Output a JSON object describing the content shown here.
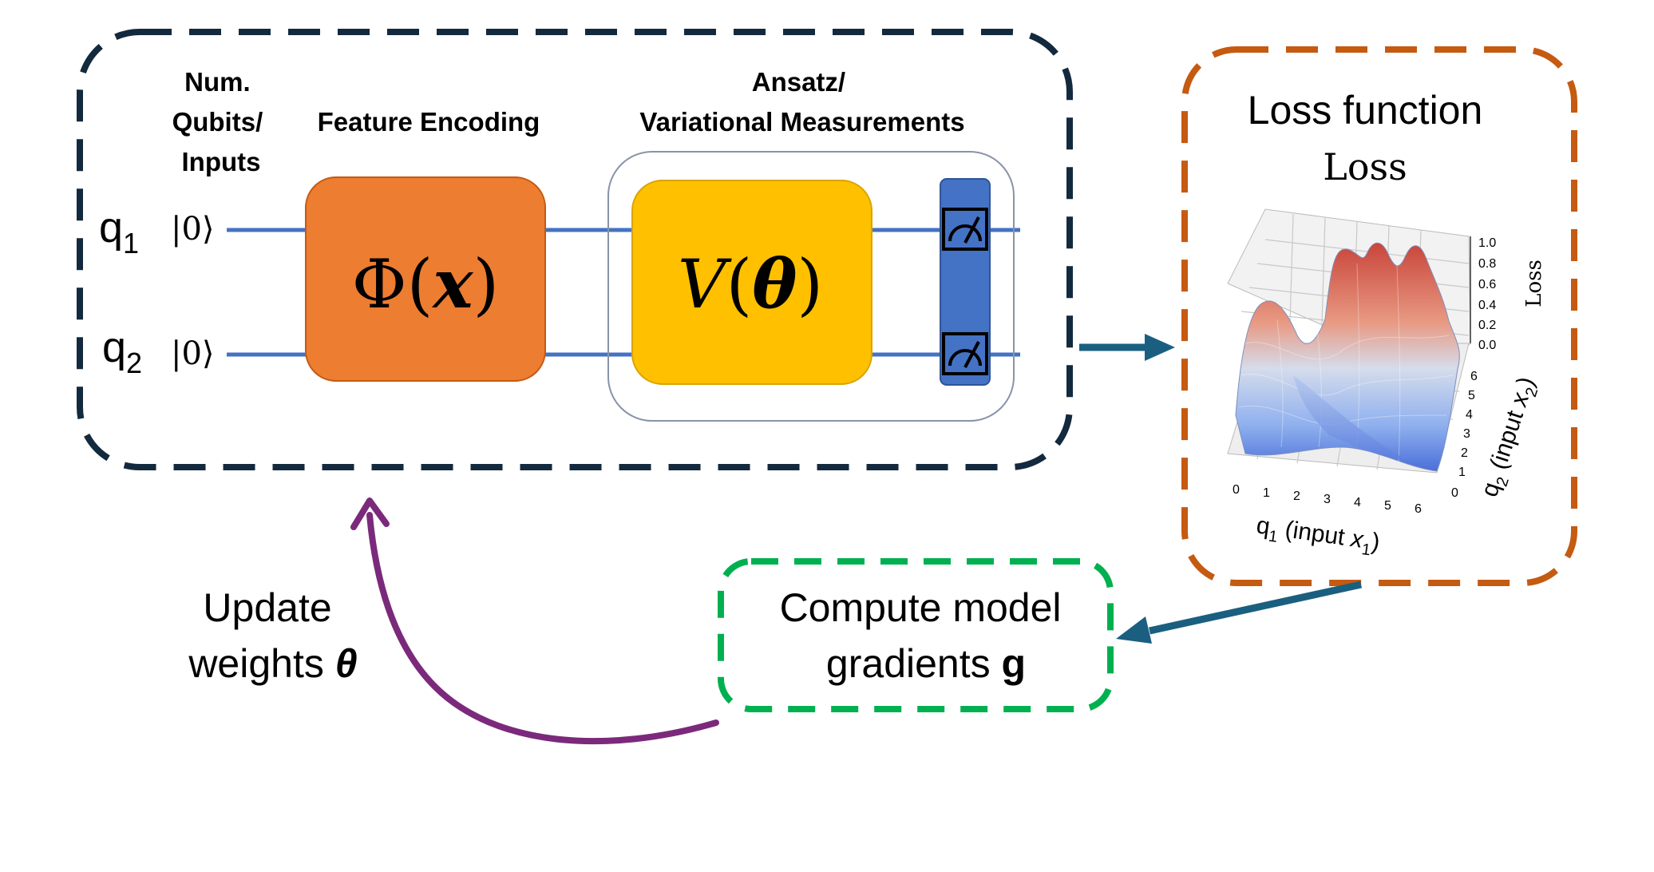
{
  "circuit": {
    "header_inputs": [
      "Num.",
      "Qubits/",
      "Inputs"
    ],
    "header_encoding": "Feature Encoding",
    "header_ansatz": [
      "Ansatz/",
      "Variational Measurements"
    ],
    "qubit1": {
      "label": "q",
      "sub": "1",
      "ket": "|0⟩"
    },
    "qubit2": {
      "label": "q",
      "sub": "2",
      "ket": "|0⟩"
    },
    "encoding_gate": {
      "prefix": "Φ(",
      "var": "x",
      "suffix": ")"
    },
    "ansatz_gate": {
      "prefix": "V",
      "paren_open": "(",
      "var": "θ",
      "paren_close": ")"
    }
  },
  "loss": {
    "title": "Loss function",
    "subtitle": "Loss",
    "plot": {
      "z_label": "Loss",
      "z_ticks": [
        "1.0",
        "0.8",
        "0.6",
        "0.4",
        "0.2",
        "0.0"
      ],
      "x_ticks": [
        "0",
        "1",
        "2",
        "3",
        "4",
        "5",
        "6"
      ],
      "y_ticks": [
        "6",
        "5",
        "4",
        "3",
        "2",
        "1",
        "0"
      ],
      "x_label": {
        "pre": "q",
        "sub": "1",
        "text": " (input ",
        "var": "x",
        "var_sub": "1",
        "post": ")"
      },
      "y_label": {
        "pre": "q",
        "sub": "2",
        "text": " (input ",
        "var": "x",
        "var_sub": "2",
        "post": ")"
      }
    }
  },
  "gradients": {
    "line1": "Compute model",
    "line2_text": "gradients ",
    "line2_bold": "g"
  },
  "update": {
    "line1": "Update",
    "line2_text": "weights ",
    "line2_bold": "θ"
  },
  "colors": {
    "circuit_border": "#13293d",
    "loss_border": "#c55a11",
    "gradient_border": "#00b050",
    "arrow_blue": "#1a5f80",
    "arrow_purple": "#7b2a7b",
    "wire": "#4472c4",
    "encoding_fill": "#ed7d31",
    "ansatz_fill": "#ffc000",
    "measure_fill": "#4472c4"
  }
}
